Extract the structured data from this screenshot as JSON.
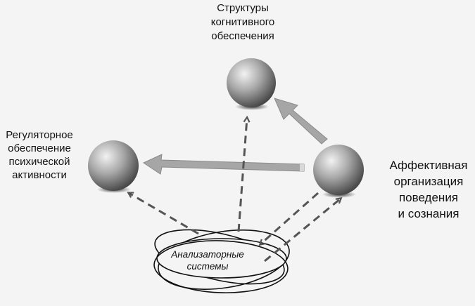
{
  "nodes": {
    "cognitive": {
      "label": "Структуры\nкогнитивного\nобеспечения"
    },
    "regulatory": {
      "label": "Регуляторное\nобеспечение\nпсихической\nактивности"
    },
    "affective": {
      "label": "Аффективная\nорганизация\nповедения\nи сознания"
    },
    "analyzers": {
      "label": "Анализаторные\nсистемы"
    }
  },
  "colors": {
    "background": "#f4f4f4",
    "arrow_fill": "#a6a6a6",
    "dashed_arrow": "#555555",
    "sphere_light": "#f2f2f2",
    "sphere_dark": "#3c3c3c"
  }
}
